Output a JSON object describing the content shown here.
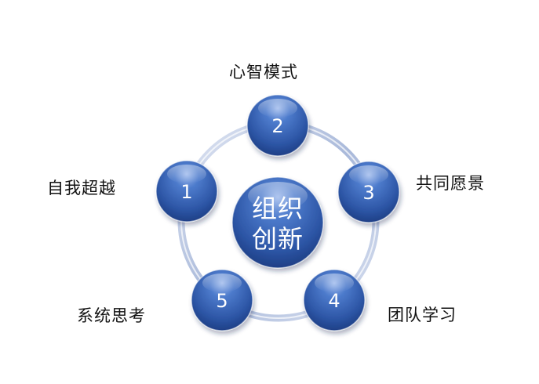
{
  "center": {
    "line1": "组织",
    "line2": "创新"
  },
  "nodes": [
    {
      "number": "1",
      "label": "自我超越"
    },
    {
      "number": "2",
      "label": "心智模式"
    },
    {
      "number": "3",
      "label": "共同愿景"
    },
    {
      "number": "4",
      "label": "团队学习"
    },
    {
      "number": "5",
      "label": "系统思考"
    }
  ],
  "colors": {
    "node_fill": "#3563b6",
    "node_highlight": "#8fb0e6",
    "ring": "#b8c5e0",
    "label_text": "#111111"
  }
}
